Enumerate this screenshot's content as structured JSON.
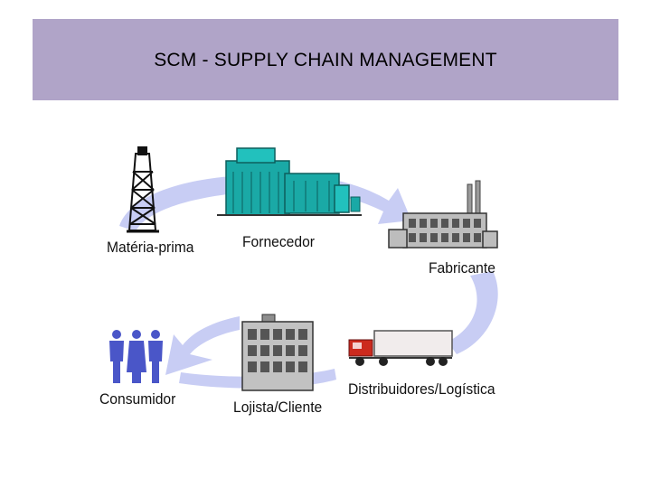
{
  "title": "SCM - SUPPLY CHAIN MANAGEMENT",
  "stages": [
    {
      "label": "Matéria-prima",
      "icon": "oil-derrick-icon"
    },
    {
      "label": "Fornecedor",
      "icon": "industrial-plant-icon"
    },
    {
      "label": "Fabricante",
      "icon": "factory-icon"
    },
    {
      "label": "Distribuidores/Logística",
      "icon": "truck-icon"
    },
    {
      "label": "Lojista/Cliente",
      "icon": "store-building-icon"
    },
    {
      "label": "Consumidor",
      "icon": "people-icon"
    }
  ],
  "colors": {
    "title_bg": "#b0a4c8",
    "arrow": "#c8cdf4",
    "plant": "#1aa9a6",
    "building": "#8e8e8e",
    "truck_cab": "#cc2a1e",
    "people": "#4a56c8"
  }
}
